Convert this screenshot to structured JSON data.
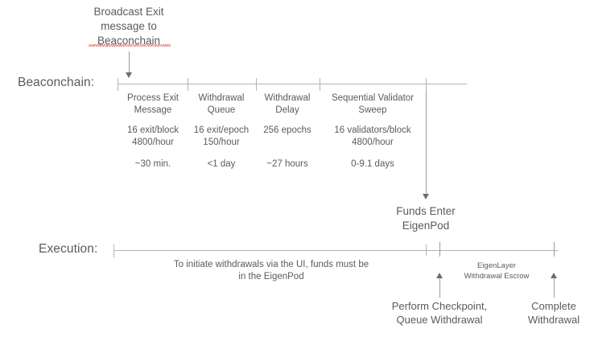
{
  "diagram": {
    "title_note": "Broadcast Exit\nmessage to\nBeaconchain",
    "misspelled_word": "Beaconchain",
    "rows": [
      {
        "label": "Beaconchain:"
      },
      {
        "label": "Execution:"
      }
    ],
    "beaconchain_segments": [
      {
        "name": "Process Exit\nMessage",
        "rate": "16 exit/block\n4800/hour",
        "duration": "~30 min."
      },
      {
        "name": "Withdrawal\nQueue",
        "rate": "16 exit/epoch\n150/hour",
        "duration": "<1 day"
      },
      {
        "name": "Withdrawal\nDelay",
        "rate": "256 epochs",
        "duration": "~27 hours"
      },
      {
        "name": "Sequential Validator\nSweep",
        "rate": "16 validators/block\n4800/hour",
        "duration": "0-9.1 days"
      }
    ],
    "midpoint_label": "Funds Enter\nEigenPod",
    "execution_note": "To initiate withdrawals via the UI, funds must be\nin the EigenPod",
    "escrow_label": "EigenLayer\nWithdrawal Escrow",
    "execution_events": [
      {
        "label": "Perform Checkpoint,\nQueue Withdrawal"
      },
      {
        "label": "Complete\nWithdrawal"
      }
    ]
  },
  "colors": {
    "text": "#5b5b5b",
    "rule": "#b4b4b4",
    "arrow": "#6e6e6e",
    "spellcheck": "#e4574c",
    "background": "#ffffff"
  }
}
